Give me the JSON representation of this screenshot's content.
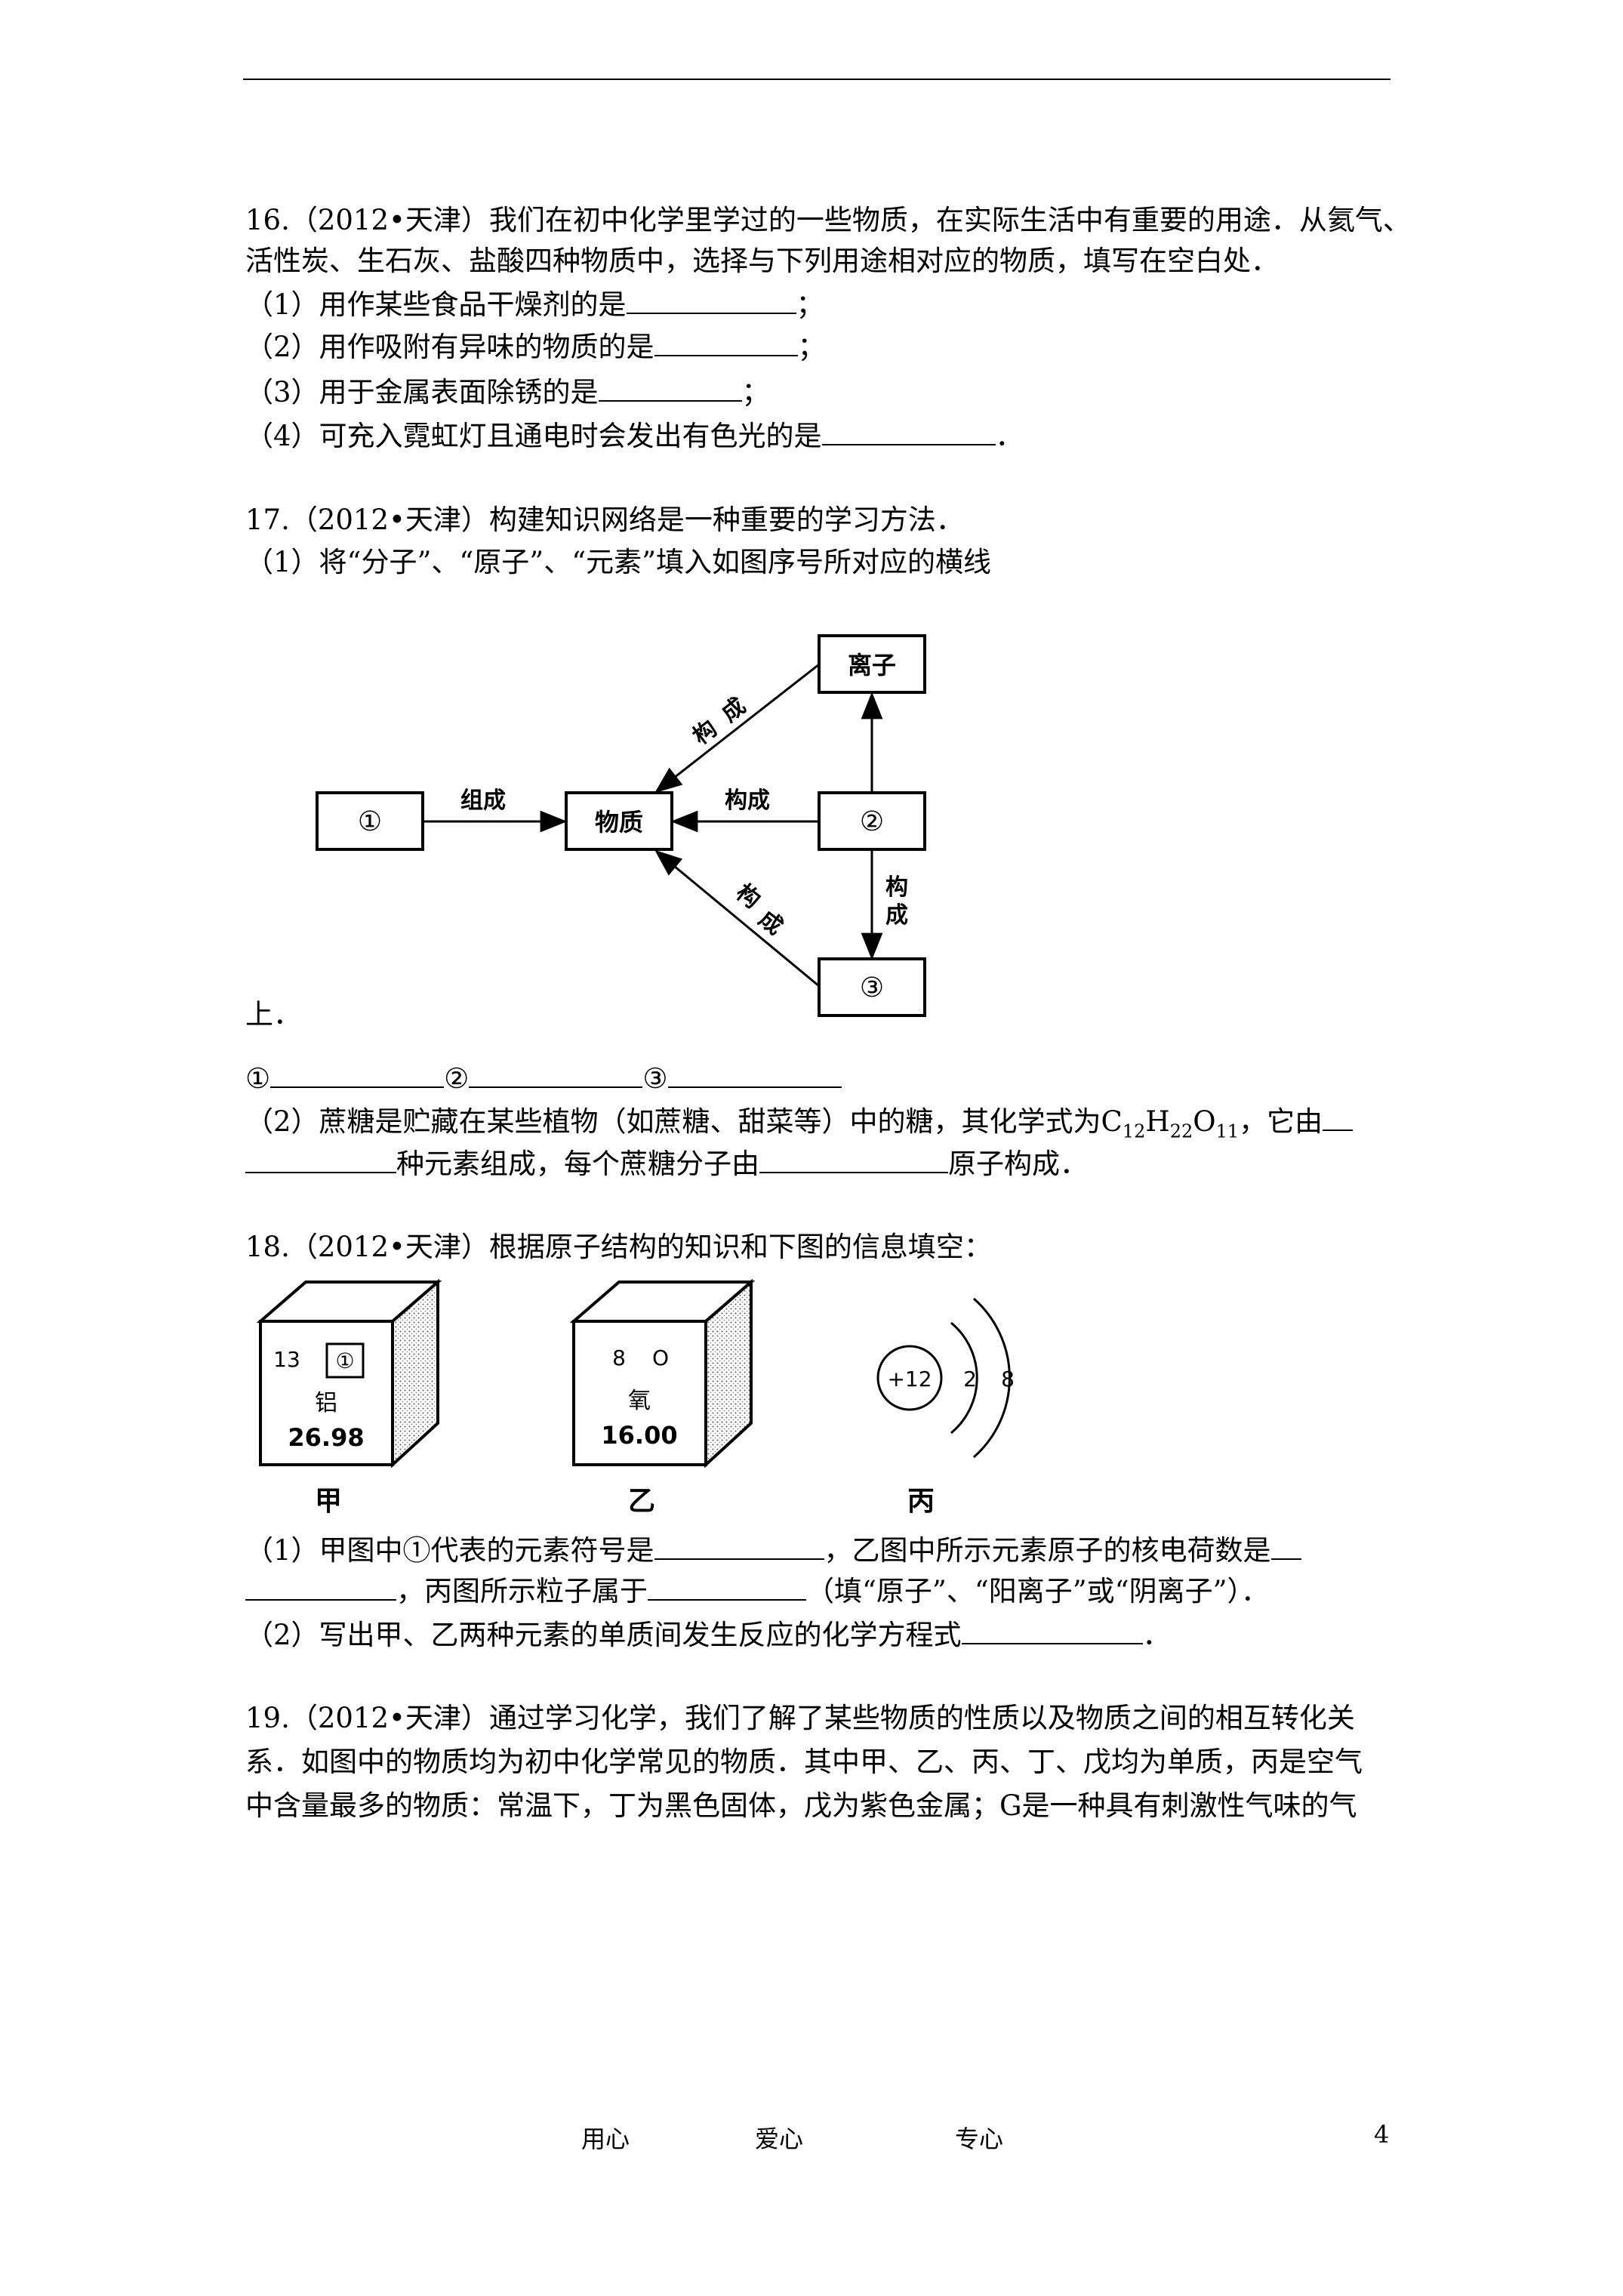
{
  "q16": {
    "line1": "16.（2012•天津）我们在初中化学里学过的一些物质，在实际生活中有重要的用途．从氦气、",
    "line2": "活性炭、生石灰、盐酸四种物质中，选择与下列用途相对应的物质，填写在空白处．",
    "item1": "（1）用作某些食品干燥剂的是",
    "item2": "（2）用作吸附有异味的物质的是",
    "item3": "（3）用于金属表面除锈的是",
    "item4": "（4）可充入霓虹灯且通电时会发出有色光的是",
    "semicolon": "；",
    "period": "．"
  },
  "q17": {
    "line1": "17.（2012•天津）构建知识网络是一种重要的学习方法．",
    "line2": "（1）将“分子”、“原子”、“元素”填入如图序号所对应的横线",
    "line3": "上．",
    "blanks": [
      "①",
      "②",
      "③"
    ],
    "part2_a": "（2）蔗糖是贮藏在某些植物（如蔗糖、甜菜等）中的糖，其化学式为",
    "formula": {
      "c": "C",
      "c_sub": "12",
      "h": "H",
      "h_sub": "22",
      "o": "O",
      "o_sub": "11"
    },
    "part2_b": "，它由",
    "part2_c": "种元素组成，每个蔗糖分子由",
    "part2_d": "原子构成．",
    "diagram": {
      "box_1": "①",
      "box_matter": "物质",
      "box_2": "②",
      "box_3": "③",
      "box_ion": "离子",
      "label_compose": "组成",
      "label_construct": "构成",
      "char_gou": "构",
      "char_cheng": "成"
    }
  },
  "q18": {
    "line1": "18.（2012•天津）根据原子结构的知识和下图的信息填空：",
    "cube_jia": {
      "number": "13",
      "symbol": "①",
      "name": "铝",
      "mass": "26.98",
      "caption": "甲"
    },
    "cube_yi": {
      "number": "8",
      "symbol": "O",
      "name": "氧",
      "mass": "16.00",
      "caption": "乙"
    },
    "atom_bing": {
      "nucleus": "+12",
      "shell1": "2",
      "shell2": "8",
      "caption": "丙"
    },
    "part1_a": "（1）甲图中①代表的元素符号是",
    "part1_b": "，乙图中所示元素原子的核电荷数是",
    "part1_c": "，丙图所示粒子属于",
    "part1_d": "（填“原子”、“阳离子”或“阴离子”）．",
    "part2_a": "（2）写出甲、乙两种元素的单质间发生反应的化学方程式",
    "period": "．"
  },
  "q19": {
    "line1": "19.（2012•天津）通过学习化学，我们了解了某些物质的性质以及物质之间的相互转化关",
    "line2": "系．如图中的物质均为初中化学常见的物质．其中甲、乙、丙、丁、戊均为单质，丙是空气",
    "line3": "中含量最多的物质：常温下，丁为黑色固体，戊为紫色金属；G是一种具有刺激性气味的气"
  },
  "footer": {
    "item1": "用心",
    "item2": "爱心",
    "item3": "专心",
    "page_number": "4"
  }
}
